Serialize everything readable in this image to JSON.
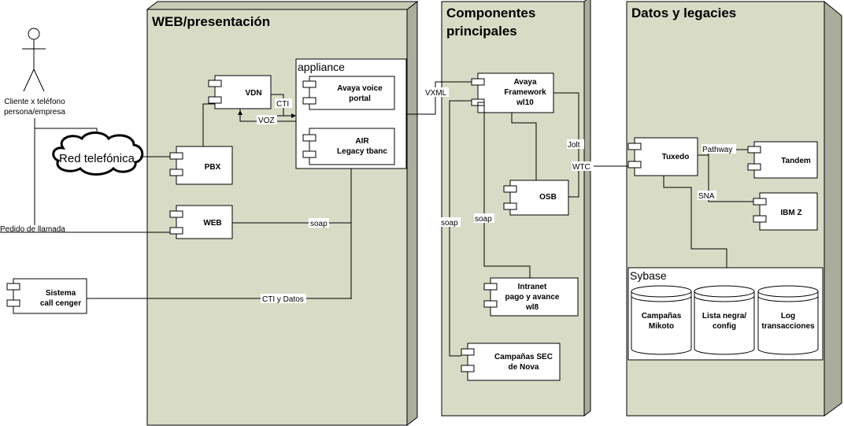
{
  "nodes": {
    "web": "WEB/presentación",
    "componentes_line1": "Componentes",
    "componentes_line2": "principales",
    "datos": "Datos y legacies"
  },
  "actor": {
    "line1": "Cliente x teléfono",
    "line2": "persona/empresa"
  },
  "cloud": "Red telefónica",
  "external_labels": {
    "pedido": "Pedido de llamada"
  },
  "components": {
    "vdn": "VDN",
    "pbx": "PBX",
    "web": "WEB",
    "sistema_l1": "Sistema",
    "sistema_l2": "call cenger",
    "appliance": "appliance",
    "avaya_voice_l1": "Avaya voice",
    "avaya_voice_l2": "portal",
    "air_l1": "AIR",
    "air_l2": "Legacy tbanc",
    "avaya_fw_l1": "Avaya",
    "avaya_fw_l2": "Framework",
    "avaya_fw_l3": "wl10",
    "osb": "OSB",
    "intranet_l1": "Intranet",
    "intranet_l2": "pago y avance",
    "intranet_l3": "wl8",
    "campanas_sec_l1": "Campañas SEC",
    "campanas_sec_l2": "de Nova",
    "tuxedo": "Tuxedo",
    "tandem": "Tandem",
    "ibmz": "IBM Z",
    "sybase": "Sybase",
    "db1_l1": "Campañas",
    "db1_l2": "Mikoto",
    "db2_l1": "Lista negra/",
    "db2_l2": "config",
    "db3_l1": "Log",
    "db3_l2": "transacciones"
  },
  "connectors": {
    "cti": "CTI",
    "voz": "VOZ",
    "vxml": "VXML",
    "soap_web": "soap",
    "cti_datos": "CTI y Datos",
    "soap_left": "soap",
    "soap_mid": "soap",
    "jolt": "Jolt",
    "wtc": "WTC",
    "pathway": "Pathway",
    "sna": "SNA"
  }
}
